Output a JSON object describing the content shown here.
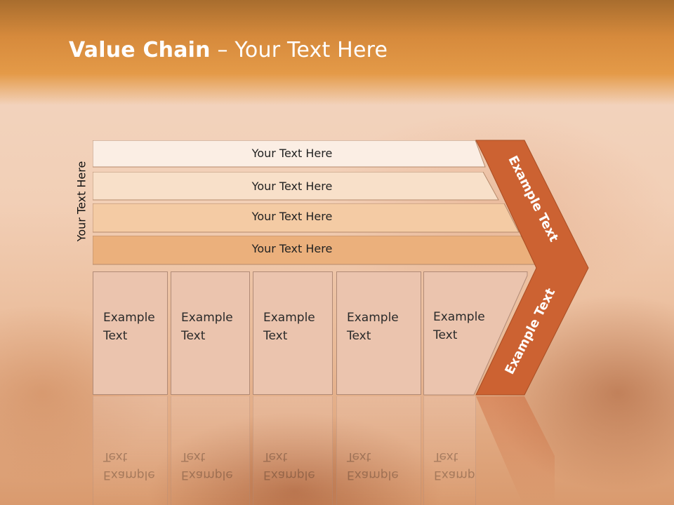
{
  "title": {
    "bold": "Value Chain",
    "rest": " – Your Text Here"
  },
  "side_label": "Your Text Here",
  "support_rows": [
    {
      "label": "Your Text Here",
      "fill": "#fbeee4"
    },
    {
      "label": "Your Text Here",
      "fill": "#f8e0c9"
    },
    {
      "label": "Your Text Here",
      "fill": "#f4cba4"
    },
    {
      "label": "Your Text Here",
      "fill": "#ebb07c"
    }
  ],
  "primary_boxes": [
    {
      "label": "Example\nText"
    },
    {
      "label": "Example\nText"
    },
    {
      "label": "Example\nText"
    },
    {
      "label": "Example\nText"
    },
    {
      "label": "Example\nText"
    }
  ],
  "margin_labels": {
    "upper": "Example Text",
    "lower": "Example Text"
  },
  "colors": {
    "chevron": "#cc6232",
    "header": "#e08f3f",
    "box": "#ebc4ae"
  }
}
